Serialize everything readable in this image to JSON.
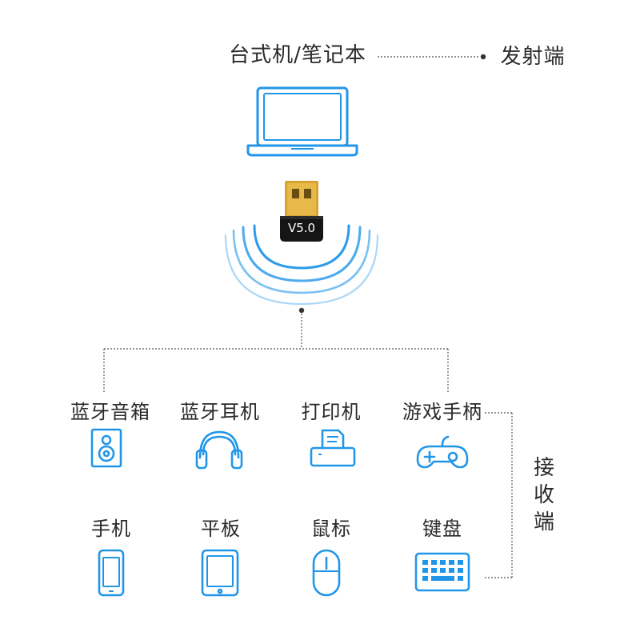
{
  "sender": {
    "device_label": "台式机/笔记本",
    "role_label": "发射端"
  },
  "adapter": {
    "version_label": "V5.0"
  },
  "receivers": {
    "role_label": "接收端",
    "row1": [
      {
        "label": "蓝牙音箱",
        "icon": "speaker-icon"
      },
      {
        "label": "蓝牙耳机",
        "icon": "headphones-icon"
      },
      {
        "label": "打印机",
        "icon": "printer-icon"
      },
      {
        "label": "游戏手柄",
        "icon": "gamepad-icon"
      }
    ],
    "row2": [
      {
        "label": "手机",
        "icon": "phone-icon"
      },
      {
        "label": "平板",
        "icon": "tablet-icon"
      },
      {
        "label": "鼠标",
        "icon": "mouse-icon"
      },
      {
        "label": "键盘",
        "icon": "keyboard-icon"
      }
    ]
  },
  "colors": {
    "accent": "#2196e8",
    "text": "#2a2a2a",
    "connector": "#555555"
  }
}
